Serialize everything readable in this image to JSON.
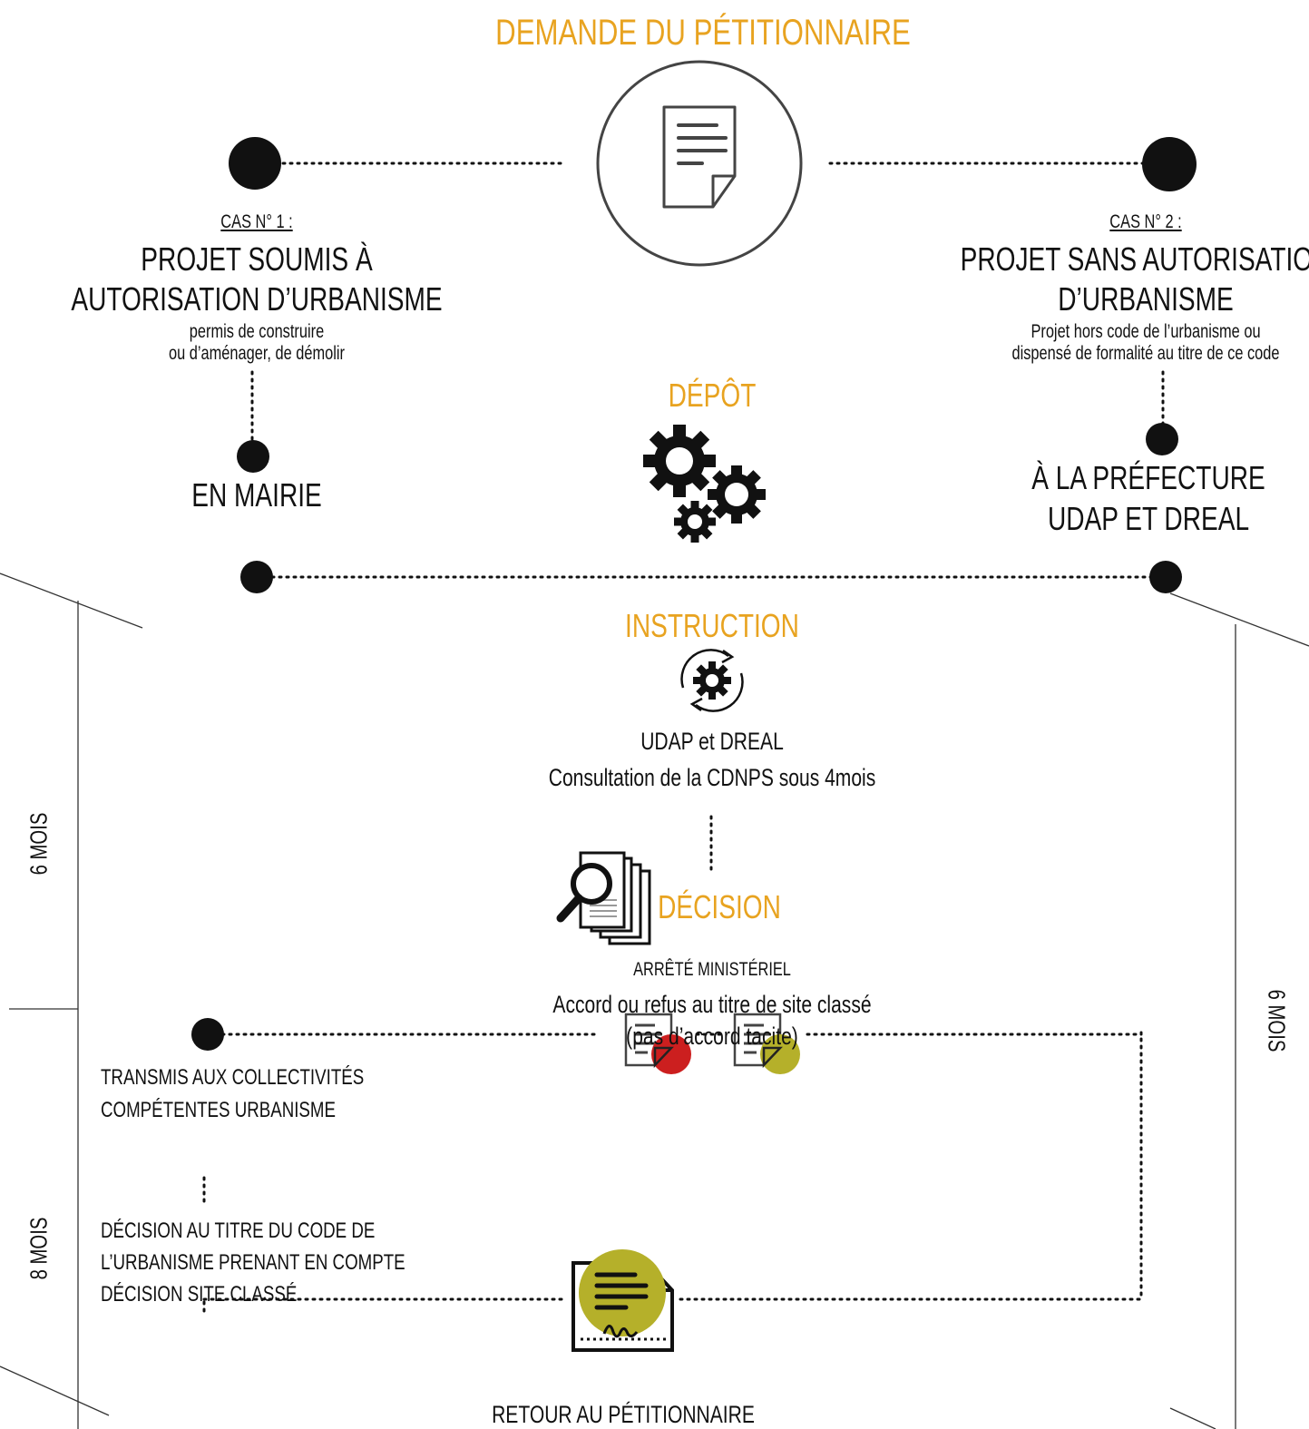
{
  "header": {
    "title": "DEMANDE DU PÉTITIONNAIRE"
  },
  "case1": {
    "label": "CAS N° 1 :",
    "title_line1": "PROJET SOUMIS À",
    "title_line2": "AUTORISATION D’URBANISME",
    "desc_line1": "permis de construire",
    "desc_line2": "ou d’aménager, de démolir",
    "place": "EN MAIRIE"
  },
  "case2": {
    "label": "CAS N° 2 :",
    "title_line1": "PROJET SANS AUTORISATION",
    "title_line2": "D’URBANISME",
    "desc_line1": "Projet hors code de l’urbanisme ou",
    "desc_line2": "dispensé de formalité au titre de ce code",
    "place_line1": "À LA PRÉFECTURE",
    "place_line2": "UDAP ET DREAL"
  },
  "depot": {
    "title": "DÉPÔT"
  },
  "instruction": {
    "title": "INSTRUCTION",
    "line1": "UDAP et DREAL",
    "line2": "Consultation de la CDNPS sous 4mois"
  },
  "decision": {
    "title": "DÉCISION",
    "line1": "ARRÊTÉ MINISTÉRIEL",
    "line2": "Accord ou refus au titre de site classé",
    "line3": "(pas d’accord tacite)"
  },
  "transmission": {
    "line1": "TRANSMIS AUX COLLECTIVITÉS",
    "line2": "COMPÉTENTES URBANISME",
    "decision_line1": "DÉCISION AU TITRE DU CODE DE",
    "decision_line2": "L’URBANISME PRENANT EN COMPTE",
    "decision_line3": "DÉCISION SITE CLASSÉ"
  },
  "footer": {
    "title": "RETOUR AU PÉTITIONNAIRE"
  },
  "durations": {
    "left_upper": "6 MOIS",
    "left_lower": "8 MOIS",
    "right": "6 MOIS"
  },
  "colors": {
    "accent": "#e8a320",
    "refusal": "#cc1f1f",
    "approval": "#b5b02a",
    "ink": "#111111"
  },
  "icons": {
    "request": "document-circle-icon",
    "depot": "gears-icon",
    "instruction": "gear-cycle-icon",
    "decision": "magnifier-documents-icon",
    "refused": "document-red-icon",
    "accepted": "document-olive-icon",
    "return": "signed-document-icon"
  }
}
